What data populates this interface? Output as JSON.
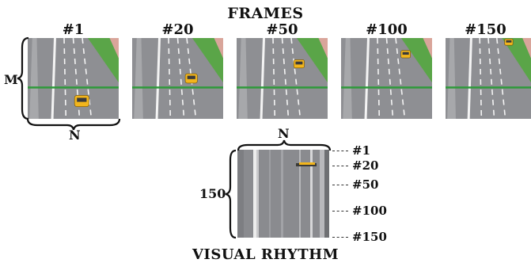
{
  "header": {
    "title": "FRAMES"
  },
  "frames": [
    {
      "label": "#1",
      "car_progress": 0.78
    },
    {
      "label": "#20",
      "car_progress": 0.5
    },
    {
      "label": "#50",
      "car_progress": 0.32
    },
    {
      "label": "#100",
      "car_progress": 0.2
    },
    {
      "label": "#150",
      "car_progress": 0.05
    }
  ],
  "dimension_labels": {
    "frame_height": "M",
    "frame_width": "N",
    "rhythm_width": "N",
    "rhythm_height": "150"
  },
  "rhythm_ticks": [
    "#1",
    "#20",
    "#50",
    "#100",
    "#150"
  ],
  "footer": {
    "title": "VISUAL RHYTHM"
  },
  "colors": {
    "scanline": "#2e9a3a",
    "taxi": "#f2b51c",
    "road": "#8e8f93",
    "grass": "#5aa548",
    "sidewalk": "#d9a59a"
  }
}
